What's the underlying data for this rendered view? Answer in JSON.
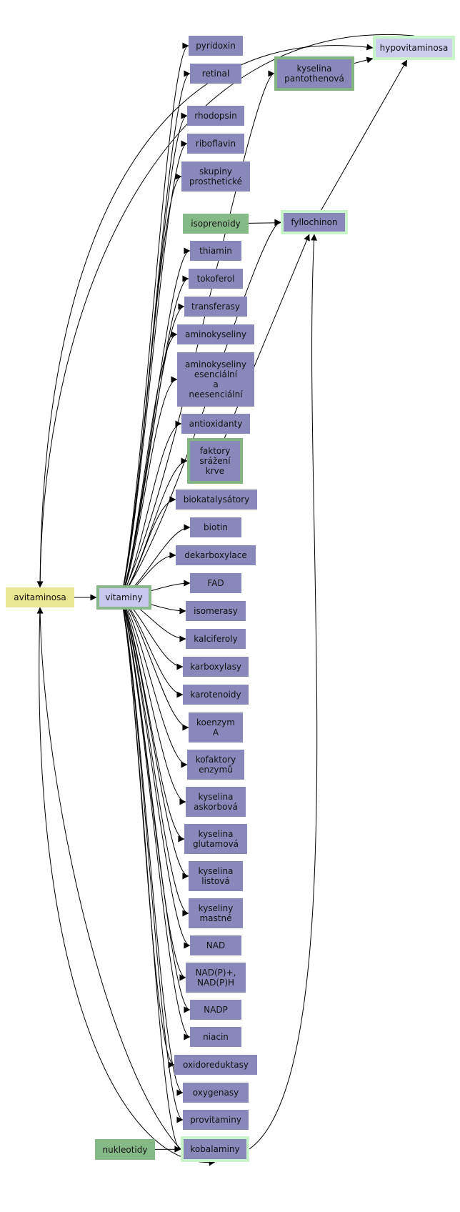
{
  "colors": {
    "concept_fill": "#8888bb",
    "hub_fill": "#c8c8ee",
    "source_fill": "#85b985",
    "root_fill": "#e8e68e",
    "highlight_border": "#c9f4c9",
    "link_border": "#83b583",
    "edge": "#000000"
  },
  "nodes": {
    "avitaminosa": "avitaminosa",
    "vitaminy": "vitaminy",
    "hypovitaminosa": "hypovitaminosa",
    "kyselina_pantothenova": "kyselina\npantothenová",
    "fyllochinon": "fyllochinon",
    "isoprenoidy": "isoprenoidy",
    "faktory_srazeni_krve": "faktory\nsrážení\nkrve",
    "nukleotidy": "nukleotidy",
    "kobalaminy": "kobalaminy",
    "pyridoxin": "pyridoxin",
    "retinal": "retinal",
    "rhodopsin": "rhodopsin",
    "riboflavin": "riboflavin",
    "skupiny_prostheticke": "skupiny\nprosthetické",
    "thiamin": "thiamin",
    "tokoferol": "tokoferol",
    "transferasy": "transferasy",
    "aminokyseliny": "aminokyseliny",
    "aminokyseliny_esencialni": "aminokyseliny\nesenciální\na\nneesenciální",
    "antioxidanty": "antioxidanty",
    "biokatalysatory": "biokatalysátory",
    "biotin": "biotin",
    "dekarboxylace": "dekarboxylace",
    "fad": "FAD",
    "isomerasy": "isomerasy",
    "kalciferoly": "kalciferoly",
    "karboxylasy": "karboxylasy",
    "karotenoidy": "karotenoidy",
    "koenzym_a": "koenzym\nA",
    "kofaktory_enzymu": "kofaktory\nenzymů",
    "kyselina_askorbova": "kyselina\naskorbová",
    "kyselina_glutamova": "kyselina\nglutamová",
    "kyselina_listova": "kyselina\nlistová",
    "kyseliny_mastne": "kyseliny\nmastné",
    "nad": "NAD",
    "nadp_nadph": "NAD(P)+,\nNAD(P)H",
    "nadp": "NADP",
    "niacin": "niacin",
    "oxidoreduktasy": "oxidoreduktasy",
    "oxygenasy": "oxygenasy",
    "provitaminy": "provitaminy"
  },
  "edges": [
    [
      "avitaminosa",
      "vitaminy"
    ],
    [
      "vitaminy",
      "pyridoxin"
    ],
    [
      "vitaminy",
      "retinal"
    ],
    [
      "vitaminy",
      "kyselina_pantothenova"
    ],
    [
      "vitaminy",
      "rhodopsin"
    ],
    [
      "vitaminy",
      "riboflavin"
    ],
    [
      "vitaminy",
      "skupiny_prostheticke"
    ],
    [
      "vitaminy",
      "fyllochinon"
    ],
    [
      "vitaminy",
      "thiamin"
    ],
    [
      "vitaminy",
      "tokoferol"
    ],
    [
      "vitaminy",
      "transferasy"
    ],
    [
      "vitaminy",
      "aminokyseliny"
    ],
    [
      "vitaminy",
      "aminokyseliny_esencialni"
    ],
    [
      "vitaminy",
      "antioxidanty"
    ],
    [
      "vitaminy",
      "faktory_srazeni_krve"
    ],
    [
      "vitaminy",
      "biokatalysatory"
    ],
    [
      "vitaminy",
      "biotin"
    ],
    [
      "vitaminy",
      "dekarboxylace"
    ],
    [
      "vitaminy",
      "fad"
    ],
    [
      "vitaminy",
      "isomerasy"
    ],
    [
      "vitaminy",
      "kalciferoly"
    ],
    [
      "vitaminy",
      "karboxylasy"
    ],
    [
      "vitaminy",
      "karotenoidy"
    ],
    [
      "vitaminy",
      "koenzym_a"
    ],
    [
      "vitaminy",
      "kofaktory_enzymu"
    ],
    [
      "vitaminy",
      "kyselina_askorbova"
    ],
    [
      "vitaminy",
      "kyselina_glutamova"
    ],
    [
      "vitaminy",
      "kyselina_listova"
    ],
    [
      "vitaminy",
      "kyseliny_mastne"
    ],
    [
      "vitaminy",
      "nad"
    ],
    [
      "vitaminy",
      "nadp_nadph"
    ],
    [
      "vitaminy",
      "nadp"
    ],
    [
      "vitaminy",
      "niacin"
    ],
    [
      "vitaminy",
      "oxidoreduktasy"
    ],
    [
      "vitaminy",
      "oxygenasy"
    ],
    [
      "vitaminy",
      "provitaminy"
    ],
    [
      "vitaminy",
      "kobalaminy"
    ],
    [
      "kyselina_pantothenova",
      "hypovitaminosa"
    ],
    [
      "fyllochinon",
      "hypovitaminosa"
    ],
    [
      "isoprenoidy",
      "fyllochinon"
    ],
    [
      "faktory_srazeni_krve",
      "fyllochinon"
    ],
    [
      "nukleotidy",
      "kobalaminy"
    ],
    [
      "hypovitaminosa",
      "avitaminosa"
    ],
    [
      "avitaminosa",
      "hypovitaminosa"
    ],
    [
      "kobalaminy",
      "avitaminosa"
    ],
    [
      "avitaminosa",
      "kobalaminy"
    ],
    [
      "kobalaminy",
      "fyllochinon"
    ]
  ]
}
